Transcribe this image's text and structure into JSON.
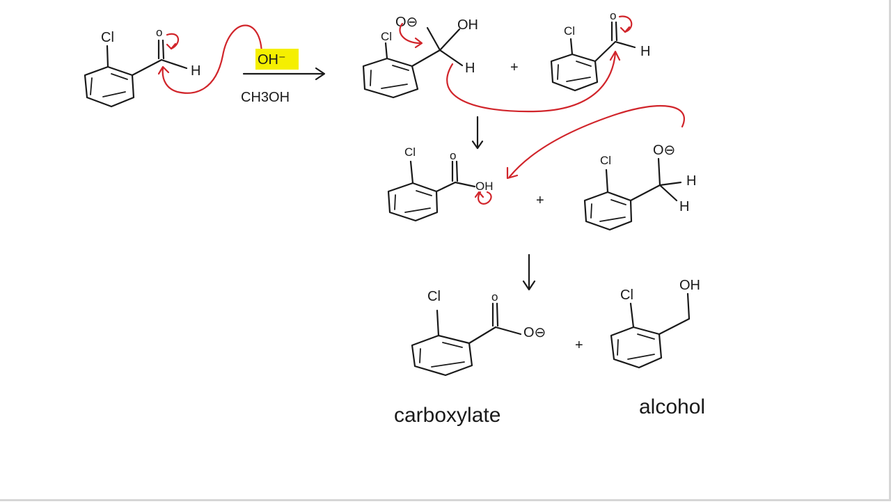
{
  "reactant": {
    "cl": "Cl",
    "o": "o",
    "h": "H"
  },
  "reagents": {
    "base": "OH⁻",
    "solvent": "CH3OH"
  },
  "intermediate": {
    "cl": "Cl",
    "o_minus": "O⊖",
    "oh": "OH",
    "h": "H"
  },
  "plus_labels": [
    "+",
    "+",
    "+"
  ],
  "second_aldehyde": {
    "cl": "Cl",
    "o": "o",
    "h": "H"
  },
  "step2_acid": {
    "cl": "Cl",
    "o": "o",
    "oh": "OH"
  },
  "step2_alkoxide": {
    "cl": "Cl",
    "o_minus": "O⊖",
    "h1": "H",
    "h2": "H"
  },
  "product_carboxylate": {
    "cl": "Cl",
    "o": "o",
    "o_minus": "O⊖"
  },
  "product_alcohol": {
    "cl": "Cl",
    "oh": "OH"
  },
  "captions": {
    "left": "carboxylate",
    "right": "alcohol"
  },
  "colors": {
    "ink": "#1a1a1a",
    "arrow_red": "#d1252b",
    "highlight": "#f5ef00"
  }
}
